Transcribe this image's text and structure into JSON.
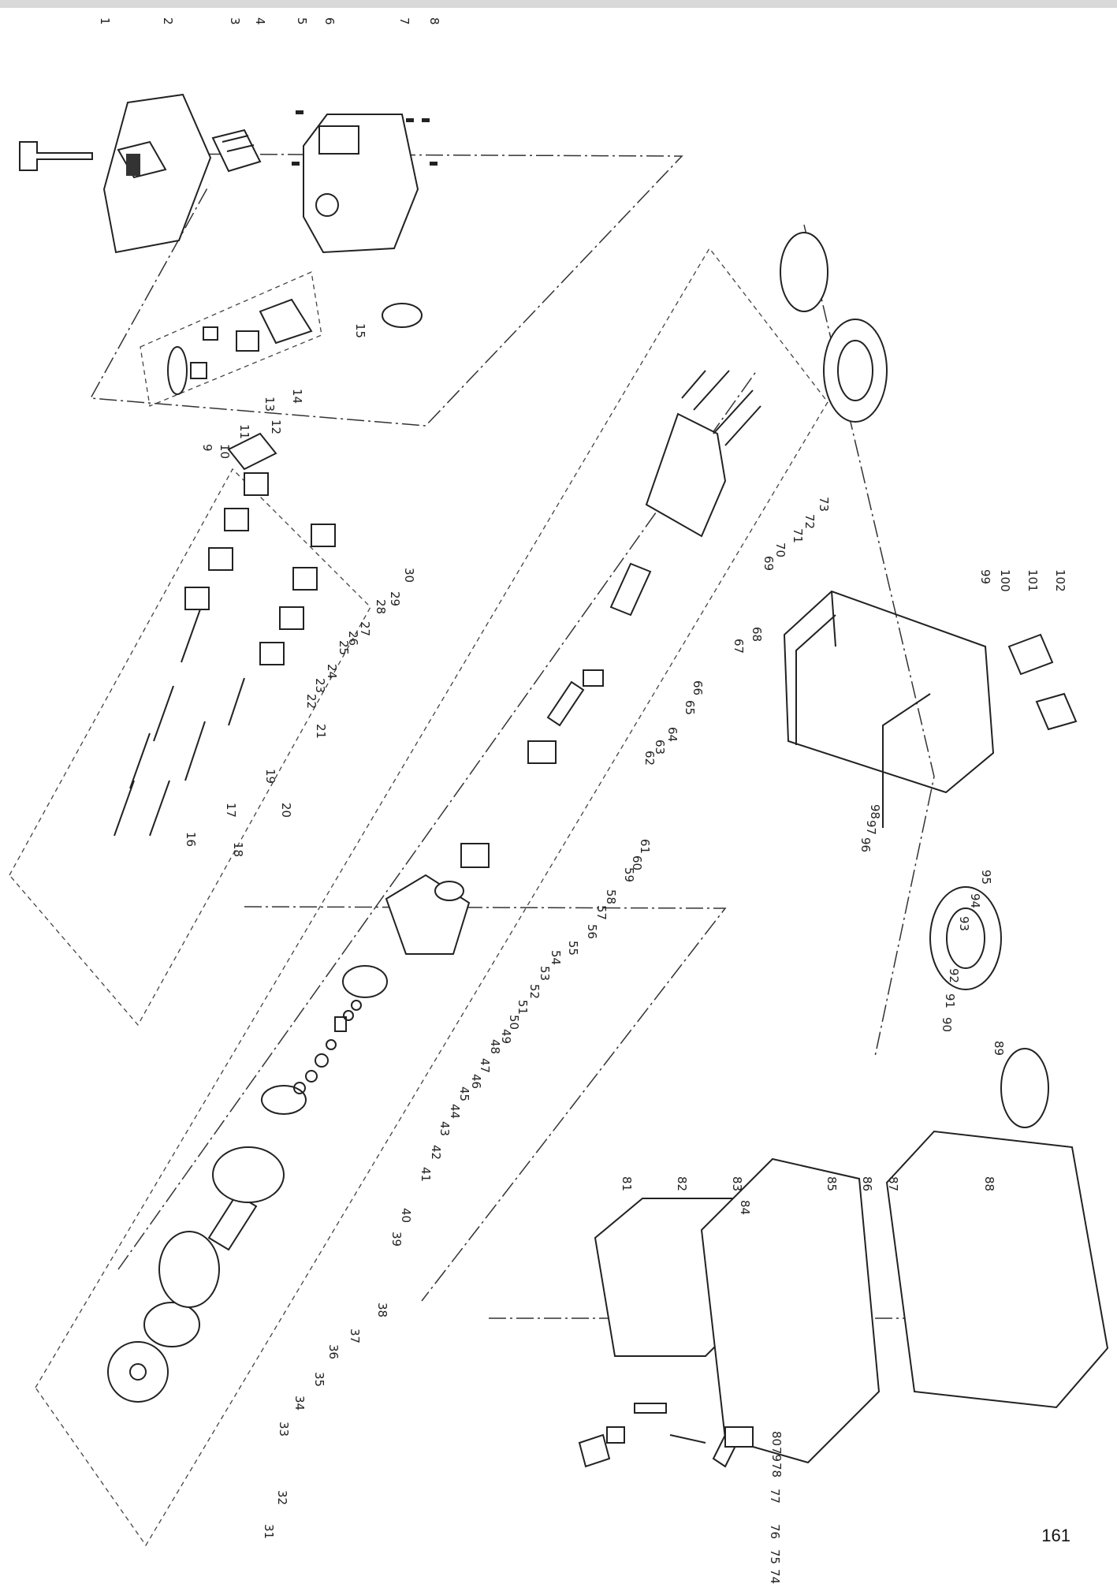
{
  "page": {
    "number": "161",
    "bar_color": "#d9d9d9"
  },
  "diagram": {
    "type": "exploded-parts-view",
    "callouts": [
      "1",
      "2",
      "3",
      "4",
      "5",
      "6",
      "7",
      "8",
      "9",
      "10",
      "11",
      "12",
      "13",
      "14",
      "15",
      "16",
      "17",
      "18",
      "19",
      "20",
      "21",
      "22",
      "23",
      "24",
      "25",
      "26",
      "27",
      "28",
      "29",
      "30",
      "31",
      "32",
      "33",
      "34",
      "35",
      "36",
      "37",
      "38",
      "39",
      "40",
      "41",
      "42",
      "43",
      "44",
      "45",
      "46",
      "47",
      "48",
      "49",
      "50",
      "51",
      "52",
      "53",
      "54",
      "55",
      "56",
      "57",
      "58",
      "59",
      "60",
      "61",
      "62",
      "63",
      "64",
      "65",
      "66",
      "67",
      "68",
      "69",
      "70",
      "71",
      "72",
      "73",
      "74",
      "75",
      "76",
      "77",
      "78",
      "79",
      "80",
      "81",
      "82",
      "83",
      "84",
      "85",
      "86",
      "87",
      "88",
      "89",
      "90",
      "91",
      "92",
      "93",
      "94",
      "95",
      "96",
      "97",
      "98",
      "99",
      "100",
      "101",
      "102"
    ]
  }
}
